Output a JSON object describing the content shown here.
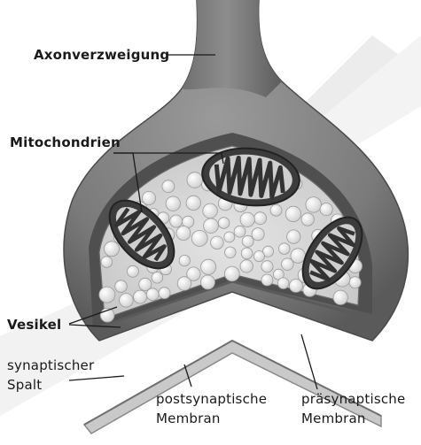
{
  "labels": {
    "axon": "Axonverzweigung",
    "mitochondria": "Mitochondrien",
    "vesicles": "Vesikel",
    "cleft": [
      "synaptischer",
      "Spalt"
    ],
    "postsynaptic": [
      "postsynaptische",
      "Membran"
    ],
    "presynaptic": [
      "präsynaptische",
      "Membran"
    ]
  },
  "colors": {
    "background": "#ffffff",
    "axon": "#7f7f7f",
    "axon_dark": "#5e5e5e",
    "membrane": "#555555",
    "cytoplasm": "#d6d6d6",
    "vesicle": "#f2f2f2",
    "mitochondrion": "#3f3f3f",
    "cristae": "#e6e6e6",
    "postsynaptic": "#c9c9c9",
    "text": "#1a1a1a"
  }
}
